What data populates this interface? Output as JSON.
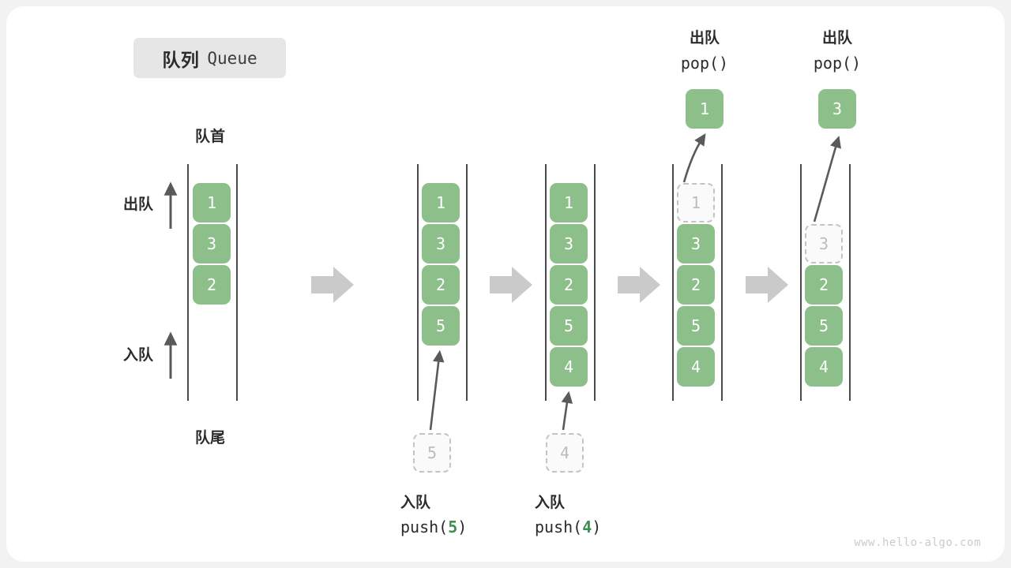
{
  "title": {
    "zh": "队列",
    "en": "Queue"
  },
  "labels": {
    "front": "队首",
    "rear": "队尾",
    "dequeue": "出队",
    "enqueue": "入队"
  },
  "watermark": "www.hello-algo.com",
  "colors": {
    "cell_fill": "#8cbf8a",
    "cell_text": "#ffffff",
    "ghost_fill": "#fafafa",
    "ghost_border": "#c3c3c3",
    "ghost_text": "#bcbcbc",
    "rail": "#4a4a4a",
    "arrow_gray": "#cacaca",
    "pointer_arrow": "#5a5a5a",
    "badge_bg": "#e6e6e6",
    "accent_arg": "#3f8f4f",
    "page_bg": "#f2f2f2",
    "card_bg": "#ffffff"
  },
  "steps": [
    {
      "id": "initial",
      "queue": [
        "1",
        "3",
        "2"
      ],
      "top_caption_zh": "",
      "top_caption_code": "",
      "bottom_caption_zh": "",
      "bottom_caption_code": "",
      "ghost_value": "",
      "popped_value": ""
    },
    {
      "id": "push-5",
      "queue": [
        "1",
        "3",
        "2",
        "5"
      ],
      "top_caption_zh": "",
      "top_caption_code": "",
      "bottom_caption_zh": "入队",
      "bottom_caption_code_prefix": "push(",
      "bottom_caption_code_arg": "5",
      "bottom_caption_code_suffix": ")",
      "ghost_value": "5",
      "popped_value": ""
    },
    {
      "id": "push-4",
      "queue": [
        "1",
        "3",
        "2",
        "5",
        "4"
      ],
      "top_caption_zh": "",
      "top_caption_code": "",
      "bottom_caption_zh": "入队",
      "bottom_caption_code_prefix": "push(",
      "bottom_caption_code_arg": "4",
      "bottom_caption_code_suffix": ")",
      "ghost_value": "4",
      "popped_value": ""
    },
    {
      "id": "pop-1",
      "queue": [
        "1",
        "3",
        "2",
        "5",
        "4"
      ],
      "removed_index": 0,
      "top_caption_zh": "出队",
      "top_caption_code": "pop()",
      "popped_value": "1"
    },
    {
      "id": "pop-3",
      "queue": [
        "3",
        "2",
        "5",
        "4"
      ],
      "removed_index": 0,
      "top_caption_zh": "出队",
      "top_caption_code": "pop()",
      "popped_value": "3"
    }
  ],
  "cells": {
    "c1": [
      "1",
      "3",
      "2"
    ],
    "c2": [
      "1",
      "3",
      "2",
      "5"
    ],
    "c3": [
      "1",
      "3",
      "2",
      "5",
      "4"
    ],
    "c4_ghost": "1",
    "c4": [
      "3",
      "2",
      "5",
      "4"
    ],
    "c4_pop": "1",
    "c5_ghost": "3",
    "c5": [
      "2",
      "5",
      "4"
    ],
    "c5_pop": "3",
    "ghost2": "5",
    "ghost3": "4"
  },
  "captions": {
    "push5_zh": "入队",
    "push5_pre": "push(",
    "push5_arg": "5",
    "push5_post": ")",
    "push4_zh": "入队",
    "push4_pre": "push(",
    "push4_arg": "4",
    "push4_post": ")",
    "pop1_zh": "出队",
    "pop1_code": "pop()",
    "pop2_zh": "出队",
    "pop2_code": "pop()"
  }
}
